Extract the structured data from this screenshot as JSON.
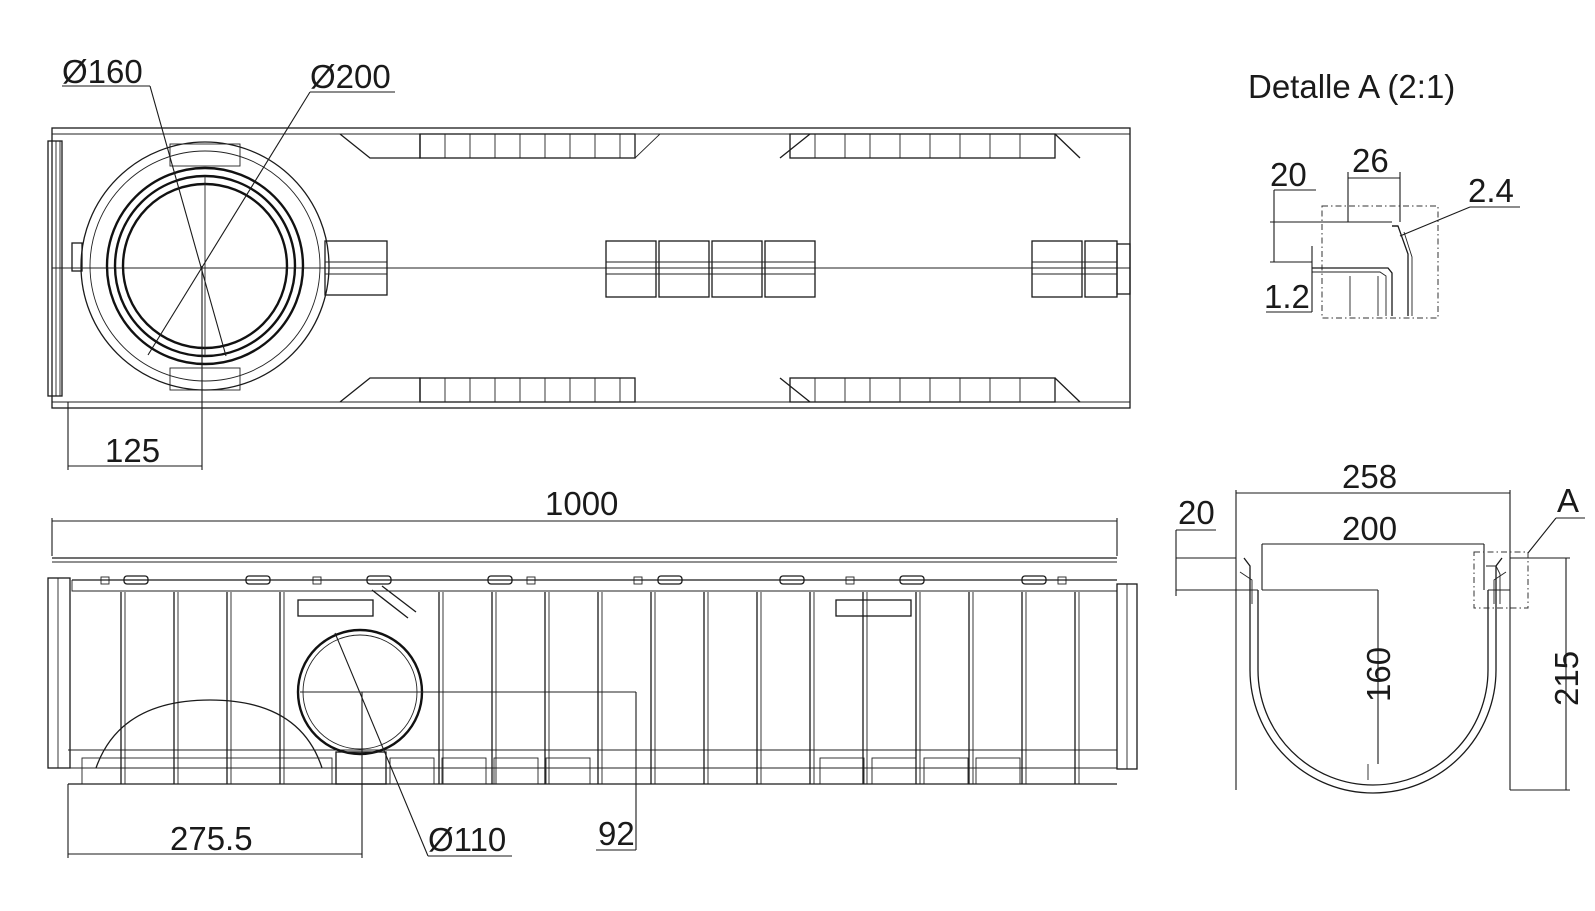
{
  "labels": {
    "dia_160": "Ø160",
    "dia_200": "Ø200",
    "dim_125": "125",
    "dim_1000": "1000",
    "dim_275_5": "275.5",
    "dia_110": "Ø110",
    "dim_92": "92",
    "detail_title": "Detalle A (2:1)",
    "det_20": "20",
    "det_26": "26",
    "det_2_4": "2.4",
    "det_1_2": "1.2",
    "cs_258": "258",
    "cs_200": "200",
    "cs_20": "20",
    "cs_a": "A",
    "cs_160": "160",
    "cs_215": "215"
  },
  "colors": {
    "line": "#1a1a1a",
    "background": "#ffffff"
  }
}
